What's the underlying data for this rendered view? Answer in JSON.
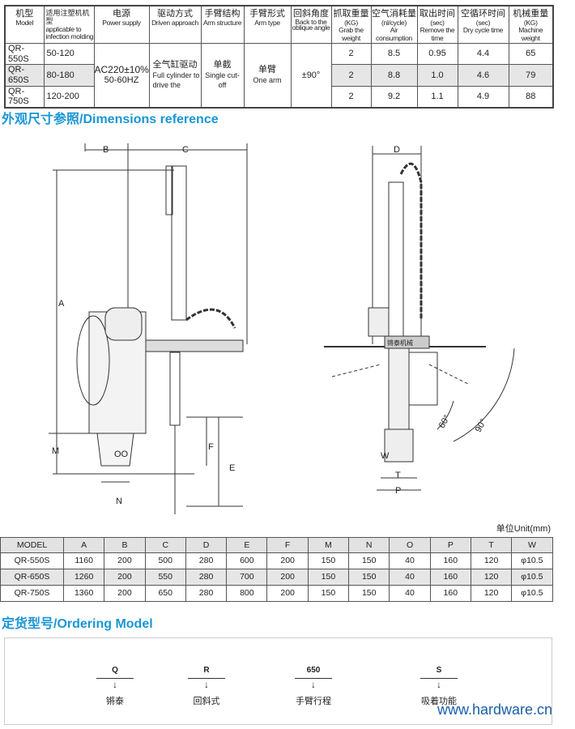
{
  "spec_table": {
    "headers": [
      {
        "cn": "机型",
        "en": "Model"
      },
      {
        "cn": "适用注塑机机型",
        "en": "applicable to infection molding"
      },
      {
        "cn": "电源",
        "en": "Power supply"
      },
      {
        "cn": "驱动方式",
        "en": "Driven approach"
      },
      {
        "cn": "手臂结构",
        "en": "Arm structure"
      },
      {
        "cn": "手臂形式",
        "en": "Arm type"
      },
      {
        "cn": "回斜角度",
        "en": "Back to the oblique angle"
      },
      {
        "cn": "抓取重量",
        "unit": "(KG)",
        "en": "Grab the weight"
      },
      {
        "cn": "空气消耗量",
        "unit": "(nl/cycle)",
        "en": "Air consumption"
      },
      {
        "cn": "取出时间",
        "unit": "(sec)",
        "en": "Remove the time"
      },
      {
        "cn": "空循环时间",
        "unit": "(sec)",
        "en": "Dry cycle time"
      },
      {
        "cn": "机械重量",
        "unit": "(KG)",
        "en": "Machine weight"
      }
    ],
    "shared": {
      "power": "AC220±10%",
      "power2": "50-60HZ",
      "drive_cn": "全气缸驱动",
      "drive_en": "Full cylinder to drive the",
      "arm_structure_cn": "单截",
      "arm_structure_en": "Single cut-off",
      "arm_type_cn": "单臂",
      "arm_type_en": "One arm",
      "angle": "±90°"
    },
    "rows": [
      {
        "model": "QR-550S",
        "imm": "50-120",
        "grab": "2",
        "air": "8.5",
        "remove": "0.95",
        "dry": "4.4",
        "weight": "65"
      },
      {
        "model": "QR-650S",
        "imm": "80-180",
        "grab": "2",
        "air": "8.8",
        "remove": "1.0",
        "dry": "4.6",
        "weight": "79"
      },
      {
        "model": "QR-750S",
        "imm": "120-200",
        "grab": "2",
        "air": "9.2",
        "remove": "1.1",
        "dry": "4.9",
        "weight": "88"
      }
    ]
  },
  "dimensions_heading": "外观尺寸参照/Dimensions reference",
  "diagram_labels": {
    "A": "A",
    "B": "B",
    "C": "C",
    "D": "D",
    "E": "E",
    "F": "F",
    "M": "M",
    "N": "N",
    "O": "OO",
    "P": "P",
    "T": "T",
    "W": "W",
    "angle60": "60°",
    "angle90": "90°",
    "brand": "锵泰机械"
  },
  "unit_label": "单位Unit(mm)",
  "dim_table": {
    "headers": [
      "MODEL",
      "A",
      "B",
      "C",
      "D",
      "E",
      "F",
      "M",
      "N",
      "O",
      "P",
      "T",
      "W"
    ],
    "rows": [
      [
        "QR-550S",
        "1160",
        "200",
        "500",
        "280",
        "600",
        "200",
        "150",
        "150",
        "40",
        "160",
        "120",
        "φ10.5"
      ],
      [
        "QR-650S",
        "1260",
        "200",
        "550",
        "280",
        "700",
        "200",
        "150",
        "150",
        "40",
        "160",
        "120",
        "φ10.5"
      ],
      [
        "QR-750S",
        "1360",
        "200",
        "650",
        "280",
        "800",
        "200",
        "150",
        "150",
        "40",
        "160",
        "120",
        "φ10.5"
      ]
    ]
  },
  "ordering_heading": "定货型号/Ordering Model",
  "ordering": [
    {
      "code": "Q",
      "label": "锵泰"
    },
    {
      "code": "R",
      "label": "回斜式"
    },
    {
      "code": "650",
      "label": "手臂行程"
    },
    {
      "code": "S",
      "label": "吸着功能"
    }
  ],
  "watermark": "www.hardware.cn"
}
